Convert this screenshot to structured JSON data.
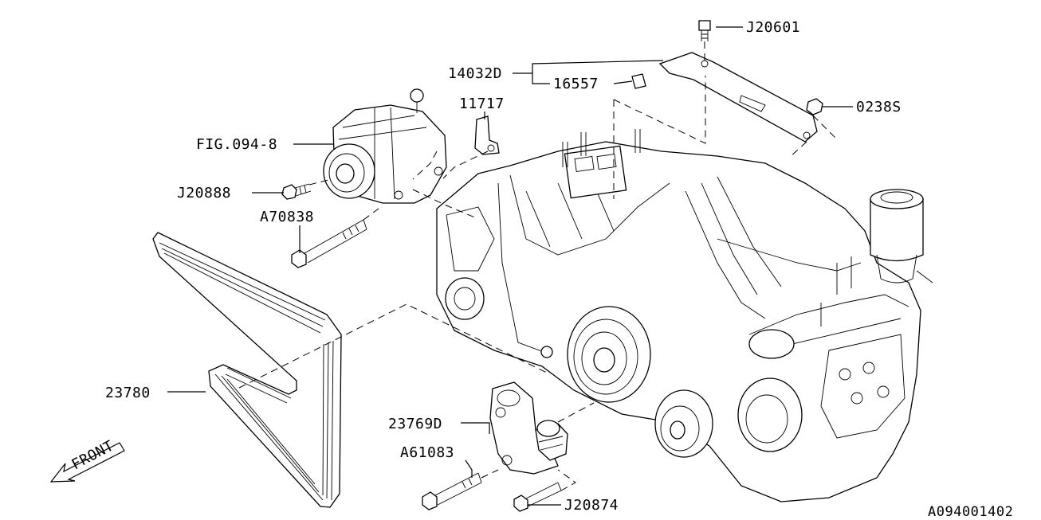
{
  "labels": {
    "j20601": "J20601",
    "p14032d": "14032D",
    "p16557": "16557",
    "p0238s": "0238S",
    "p11717": "11717",
    "fig094": "FIG.094-8",
    "j20888": "J20888",
    "a70838": "A70838",
    "p23780": "23780",
    "p23769d": "23769D",
    "a61083": "A61083",
    "j20874": "J20874",
    "front": "FRONT",
    "diagram_id": "A094001402"
  }
}
